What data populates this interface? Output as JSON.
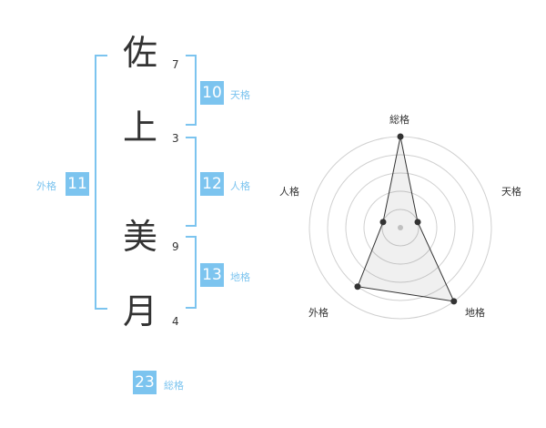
{
  "name_chars": [
    {
      "char": "佐",
      "strokes": "7"
    },
    {
      "char": "上",
      "strokes": "3"
    },
    {
      "char": "美",
      "strokes": "9"
    },
    {
      "char": "月",
      "strokes": "4"
    }
  ],
  "fortunes": {
    "tenkaku": {
      "value": "10",
      "label": "天格"
    },
    "jinkaku": {
      "value": "12",
      "label": "人格"
    },
    "chikaku": {
      "value": "13",
      "label": "地格"
    },
    "gaikaku": {
      "value": "11",
      "label": "外格"
    },
    "soukaku": {
      "value": "23",
      "label": "総格"
    }
  },
  "accent_color": "#7cc4ef",
  "radar": {
    "axes": [
      "総格",
      "天格",
      "地格",
      "外格",
      "人格"
    ],
    "values": [
      5,
      1,
      5,
      4,
      1
    ],
    "max": 5,
    "rings": 5
  }
}
